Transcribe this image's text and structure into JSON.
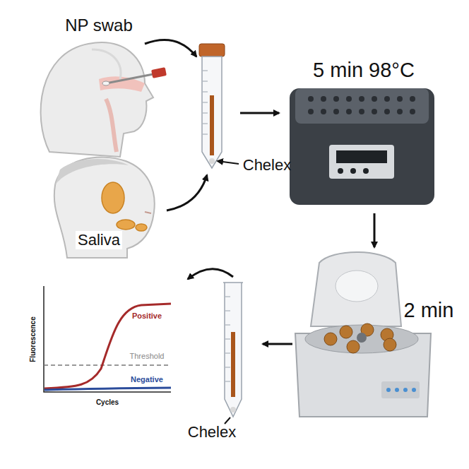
{
  "diagram": {
    "labels": [
      "NP swab",
      "Chelex",
      "5 min 98°C",
      "Saliva",
      "2 min",
      "Positive",
      "Threshold",
      "Negative",
      "Fluorescence",
      "Cycles",
      "Chelex"
    ]
  }
}
